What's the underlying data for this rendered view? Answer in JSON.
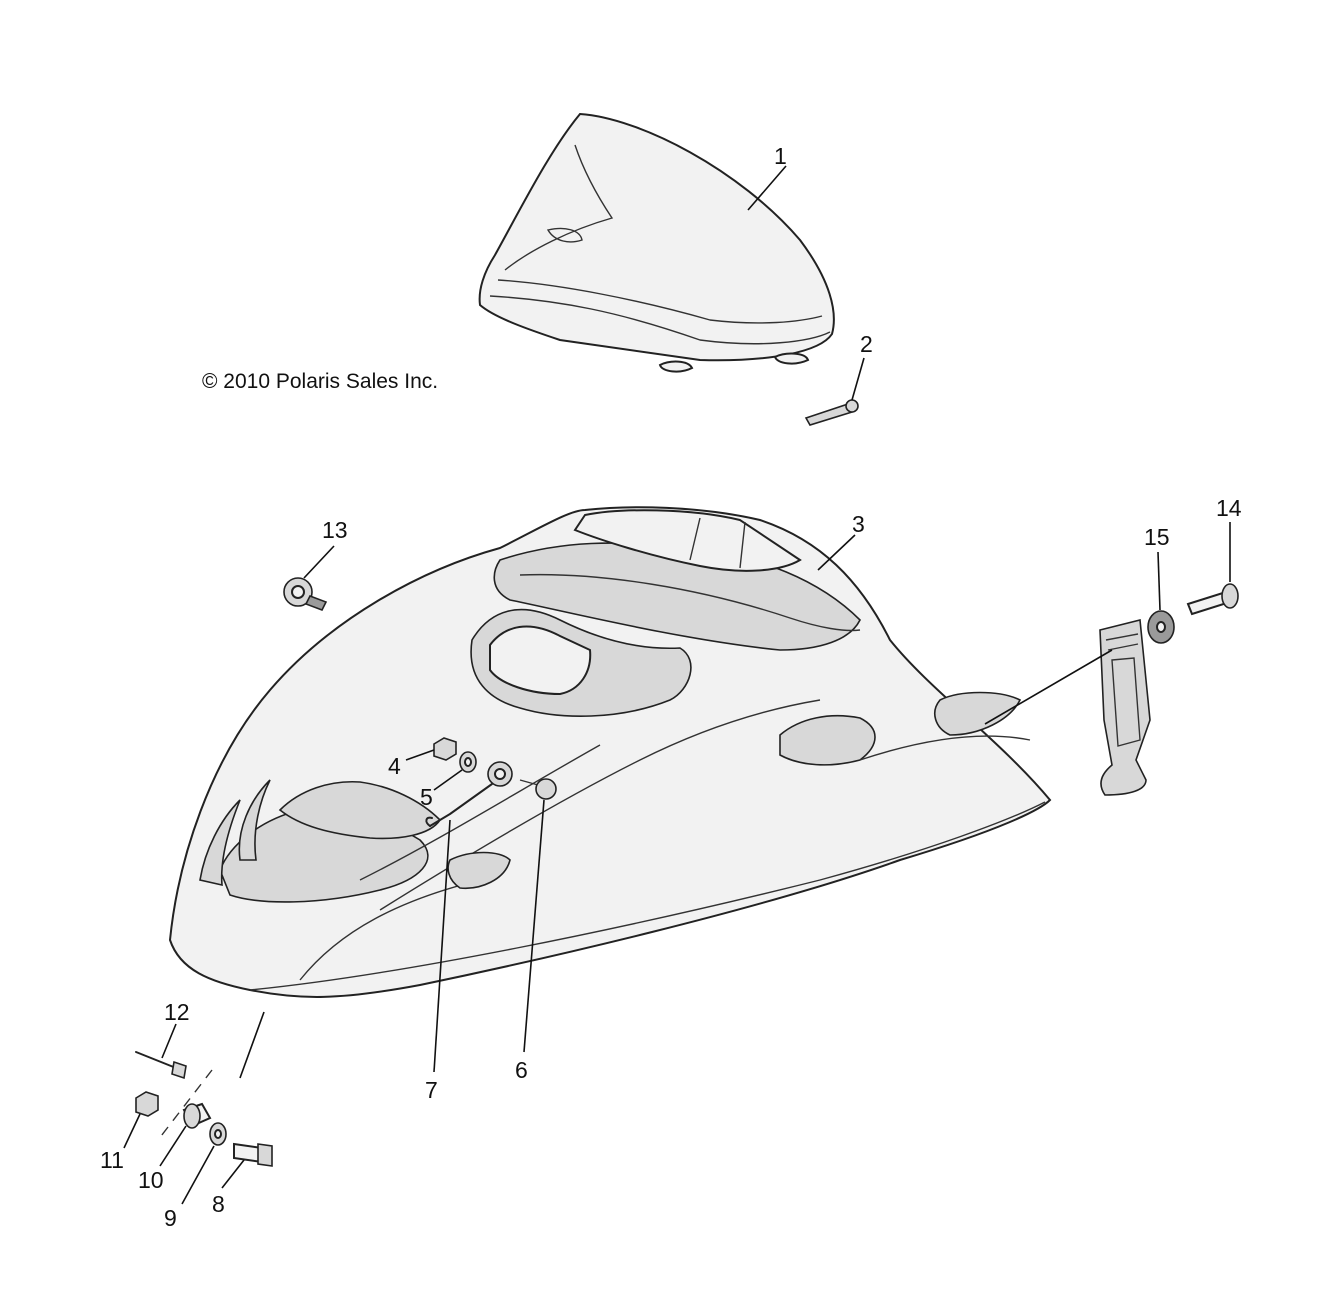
{
  "copyright": "© 2010 Polaris Sales Inc.",
  "callouts": {
    "c1": "1",
    "c2": "2",
    "c3": "3",
    "c4": "4",
    "c5": "5",
    "c6": "6",
    "c7": "7",
    "c8": "8",
    "c9": "9",
    "c10": "10",
    "c11": "11",
    "c12": "12",
    "c13": "13",
    "c14": "14",
    "c15": "15"
  }
}
